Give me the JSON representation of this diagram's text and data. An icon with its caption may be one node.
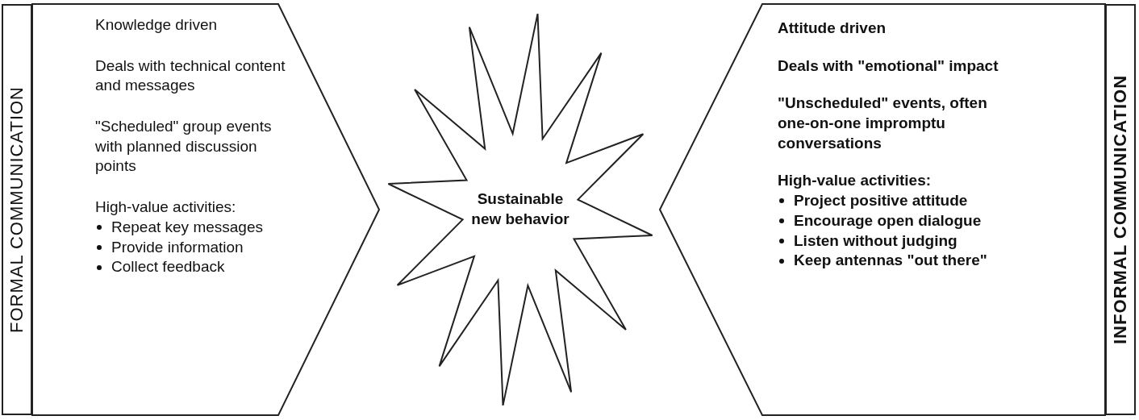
{
  "diagram": {
    "nodes": [
      {
        "text": [
          "FORMAL COMMUNICATION"
        ]
      },
      {
        "text": [
          "Knowledge driven",
          "Deals with technical content and messages",
          "\"Scheduled\" group events with planned discussion points",
          "High-value activities:",
          "Repeat key messages",
          "Provide information",
          "Collect feedback"
        ]
      },
      {
        "text": [
          "Sustainable new behavior"
        ]
      },
      {
        "text": [
          "Attitude driven",
          "Deals with \"emotional\" impact",
          "\"Unscheduled\" events, often one-on-one impromptu conversations",
          "High-value activities:",
          "Project positive attitude",
          "Encourage open dialogue",
          "Listen without judging",
          "Keep antennas \"out there\""
        ]
      },
      {
        "text": [
          "INFORMAL COMMUNICATION"
        ]
      }
    ]
  }
}
